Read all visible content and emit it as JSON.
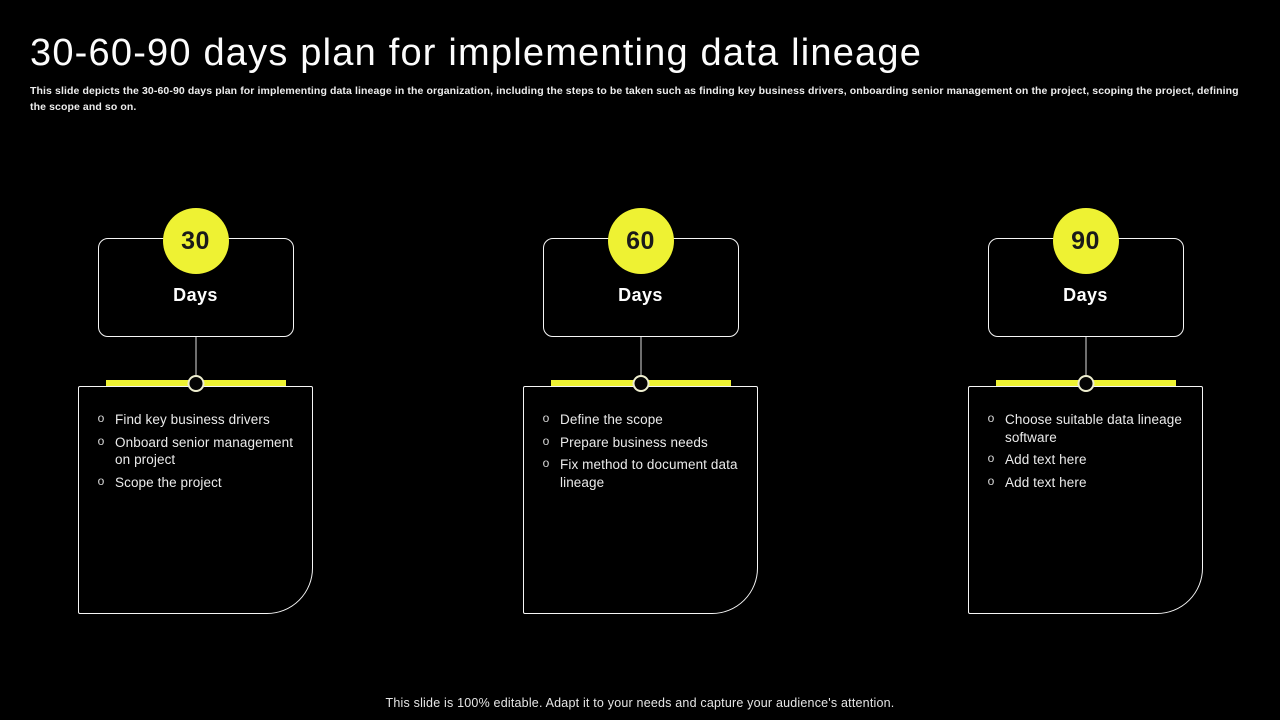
{
  "slide": {
    "title": "30-60-90 days plan for implementing data lineage",
    "description": "This slide depicts the 30-60-90 days plan for implementing data lineage in the organization, including the steps to be taken such as finding key business drivers, onboarding senior management on the project, scoping the project, defining the scope and so on.",
    "footer": "This slide is 100% editable. Adapt it to your needs and capture your audience's attention."
  },
  "bullet_char": "o",
  "colors": {
    "accent": "#eef233",
    "background": "#000000",
    "text": "#ffffff",
    "number_text": "#1a1a1a"
  },
  "columns": [
    {
      "number": "30",
      "label": "Days",
      "items": [
        "Find key business drivers",
        "Onboard senior management on project",
        "Scope the project"
      ]
    },
    {
      "number": "60",
      "label": "Days",
      "items": [
        "Define the scope",
        "Prepare business needs",
        "Fix method to document data lineage"
      ]
    },
    {
      "number": "90",
      "label": "Days",
      "items": [
        "Choose suitable data lineage software",
        "Add text here",
        "Add text here"
      ]
    }
  ]
}
